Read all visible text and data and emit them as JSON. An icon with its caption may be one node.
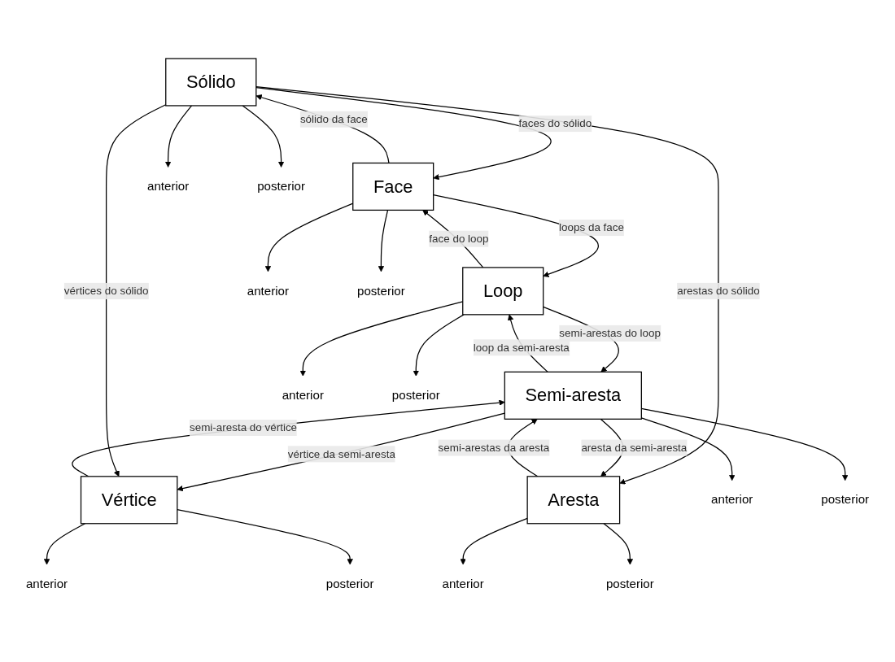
{
  "diagram": {
    "nodes": [
      {
        "text": [
          "Sólido"
        ]
      },
      {
        "text": [
          "Face"
        ]
      },
      {
        "text": [
          "Loop"
        ]
      },
      {
        "text": [
          "Semi-aresta"
        ]
      },
      {
        "text": [
          "Aresta"
        ]
      },
      {
        "text": [
          "Vértice"
        ]
      },
      {
        "text": [
          "anterior"
        ]
      },
      {
        "text": [
          "posterior"
        ]
      },
      {
        "text": [
          "anterior"
        ]
      },
      {
        "text": [
          "posterior"
        ]
      },
      {
        "text": [
          "anterior"
        ]
      },
      {
        "text": [
          "posterior"
        ]
      },
      {
        "text": [
          "anterior"
        ]
      },
      {
        "text": [
          "posterior"
        ]
      },
      {
        "text": [
          "anterior"
        ]
      },
      {
        "text": [
          "posterior"
        ]
      },
      {
        "text": [
          "anterior"
        ]
      },
      {
        "text": [
          "posterior"
        ]
      }
    ],
    "edges": [
      {
        "from": 0,
        "to": 1,
        "arrow": "to",
        "label": "faces do sólido"
      },
      {
        "from": 1,
        "to": 0,
        "arrow": "to",
        "label": "sólido da face"
      },
      {
        "from": 1,
        "to": 2,
        "arrow": "to",
        "label": "loops da face"
      },
      {
        "from": 2,
        "to": 1,
        "arrow": "to",
        "label": "face do loop"
      },
      {
        "from": 2,
        "to": 3,
        "arrow": "to",
        "label": "semi-arestas do loop"
      },
      {
        "from": 3,
        "to": 2,
        "arrow": "to",
        "label": "loop da semi-aresta"
      },
      {
        "from": 3,
        "to": 5,
        "arrow": "to",
        "label": "vértice da semi-aresta"
      },
      {
        "from": 5,
        "to": 3,
        "arrow": "to",
        "label": "semi-aresta do vértice"
      },
      {
        "from": 0,
        "to": 5,
        "arrow": "to",
        "label": "vértices do sólido"
      },
      {
        "from": 0,
        "to": 4,
        "arrow": "to",
        "label": "arestas do sólido"
      },
      {
        "from": 3,
        "to": 4,
        "arrow": "to",
        "label": "aresta da semi-aresta"
      },
      {
        "from": 4,
        "to": 3,
        "arrow": "to",
        "label": "semi-arestas da aresta"
      },
      {
        "from": 0,
        "to": 6,
        "arrow": "to"
      },
      {
        "from": 0,
        "to": 7,
        "arrow": "to"
      },
      {
        "from": 1,
        "to": 8,
        "arrow": "to"
      },
      {
        "from": 1,
        "to": 9,
        "arrow": "to"
      },
      {
        "from": 2,
        "to": 10,
        "arrow": "to"
      },
      {
        "from": 2,
        "to": 11,
        "arrow": "to"
      },
      {
        "from": 3,
        "to": 12,
        "arrow": "to"
      },
      {
        "from": 3,
        "to": 13,
        "arrow": "to"
      },
      {
        "from": 4,
        "to": 14,
        "arrow": "to"
      },
      {
        "from": 4,
        "to": 15,
        "arrow": "to"
      },
      {
        "from": 5,
        "to": 16,
        "arrow": "to"
      },
      {
        "from": 5,
        "to": 17,
        "arrow": "to"
      }
    ]
  }
}
